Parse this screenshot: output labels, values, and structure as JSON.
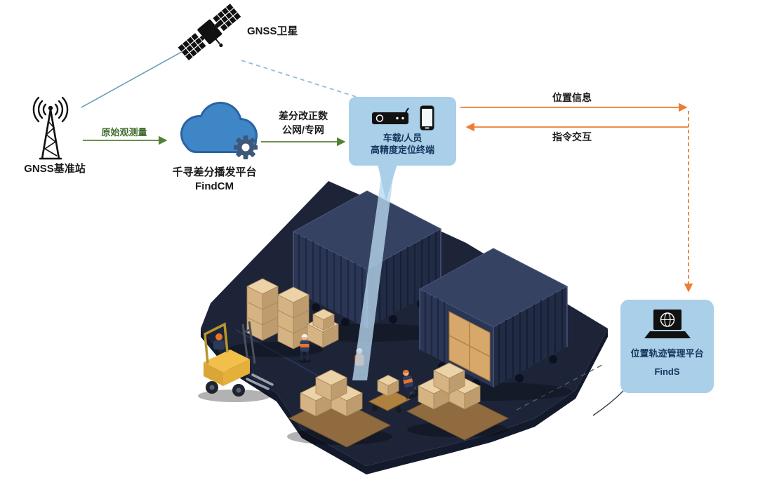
{
  "nodes": {
    "satellite": {
      "label": "GNSS卫星"
    },
    "base_station": {
      "label": "GNSS基准站"
    },
    "cloud": {
      "name": "千寻差分播发平台",
      "product": "FindCM"
    },
    "terminal": {
      "line1": "车载/人员",
      "line2": "高精度定位终端"
    },
    "platform": {
      "name": "位置轨迹管理平台",
      "product": "FindS"
    }
  },
  "edges": {
    "raw_observation": {
      "label": "原始观测量"
    },
    "corrections": {
      "line1": "差分改正数",
      "line2": "公网/专网"
    },
    "position_info": {
      "label": "位置信息"
    },
    "command": {
      "label": "指令交互"
    }
  },
  "icons": {
    "satellite": "gnss-satellite-icon",
    "base_station": "antenna-tower-icon",
    "cloud": "cloud-icon",
    "gear": "gear-icon",
    "terminal_device": "telematics-device-icon",
    "terminal_phone": "smartphone-icon",
    "platform": "laptop-globe-icon"
  },
  "colors": {
    "callout_bg": "#a9cfe9",
    "callout_text": "#17365d",
    "green_arrow": "#548235",
    "green_label": "#3f6b2d",
    "orange_arrow": "#ed7d31",
    "cloud_blue": "#3f86c7",
    "link_solid": "#6ca0b8",
    "link_dashed": "#93bede"
  }
}
